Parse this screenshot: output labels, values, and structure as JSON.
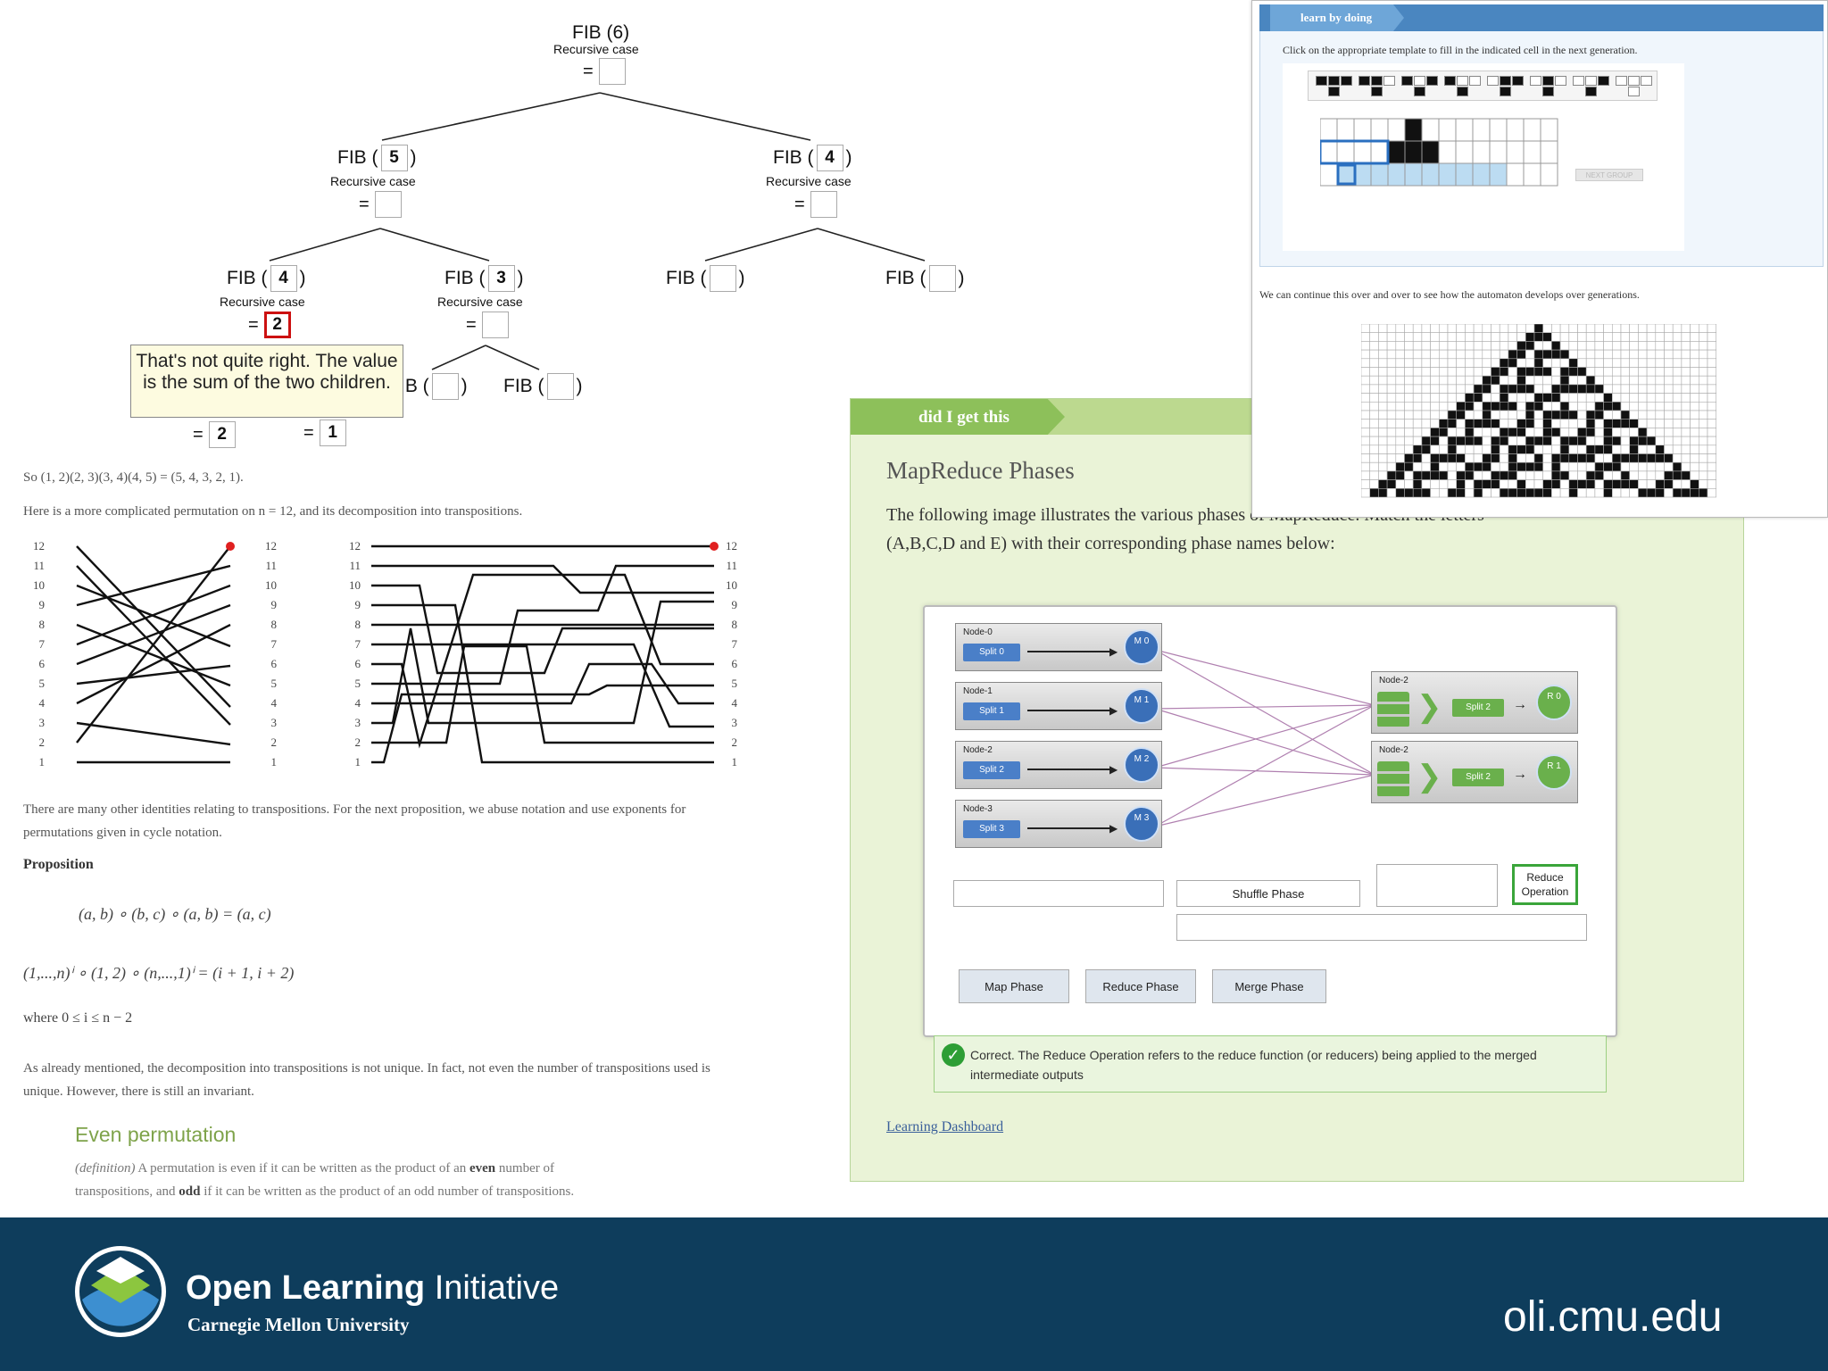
{
  "fib_tree": {
    "root": {
      "label": "FIB (6)",
      "sub": "Recursive case",
      "eq": "="
    },
    "n5": {
      "pre": "FIB (",
      "val": "5",
      "post": ")",
      "sub": "Recursive case",
      "eq": "="
    },
    "n4a": {
      "pre": "FIB (",
      "val": "4",
      "post": ")",
      "sub": "Recursive case",
      "eq": "="
    },
    "n4b": {
      "pre": "FIB (",
      "val": "4",
      "post": ")",
      "sub": "Recursive case",
      "eq": "=",
      "answer": "2"
    },
    "n3": {
      "pre": "FIB (",
      "val": "3",
      "post": ")",
      "sub": "Recursive case",
      "eq": "="
    },
    "e1": {
      "pre": "FIB (",
      "post": ")"
    },
    "e2": {
      "pre": "FIB (",
      "post": ")"
    },
    "e3": {
      "pre": "IB (",
      "post": ")"
    },
    "e4": {
      "pre": "FIB (",
      "post": ")"
    },
    "leaf_left": {
      "eq": "=",
      "val": "2"
    },
    "leaf_right": {
      "eq": "=",
      "val": "1"
    },
    "tooltip": "That's not quite right. The value is the sum of the two children."
  },
  "math_text": {
    "line1": "So (1, 2)(2, 3)(3, 4)(4, 5) = (5, 4, 3, 2, 1).",
    "line2": "Here is a more complicated permutation on n = 12, and its decomposition into transpositions.",
    "para1": "There are many other identities relating to transpositions. For the next proposition, we abuse notation and use exponents for permutations given in cycle notation.",
    "proposition": "Proposition",
    "eq1": "(a, b) ∘ (b, c) ∘ (a, b) = (a, c)",
    "eq2": "(1,...,n)ⁱ ∘ (1, 2) ∘ (n,...,1)ⁱ = (i + 1, i + 2)",
    "where": "where 0 ≤ i ≤ n − 2",
    "para2": "As already mentioned, the decomposition into transpositions is not unique. In fact, not even the number of transpositions used is unique. However, there is still an invariant.",
    "def_title": "Even permutation",
    "def_prefix": "(definition)",
    "def_a": " A permutation is even if it can be written as the product of an ",
    "def_even": "even",
    "def_b": " number of",
    "def_c": "transpositions, and ",
    "def_odd": "odd",
    "def_d": " if it can be written as the product of an odd number of transpositions."
  },
  "perm_ticks": [
    "12",
    "11",
    "10",
    "9",
    "8",
    "7",
    "6",
    "5",
    "4",
    "3",
    "2",
    "1"
  ],
  "learn": {
    "ribbon": "learn by doing",
    "instruction": "Click on the appropriate template to fill in the indicated cell in the next generation.",
    "next_btn": "NEXT GROUP",
    "caption": "We can continue this over and over to see how the automaton develops over generations."
  },
  "mapreduce": {
    "ribbon": "did I get this",
    "title": "MapReduce Phases",
    "text1": "The following image illustrates the various phases of MapReduce. Match the letters",
    "text2": "(A,B,C,D and E) with their corresponding phase names below:",
    "nodes": [
      {
        "name": "Node-0",
        "split": "Split 0",
        "map": "M 0"
      },
      {
        "name": "Node-1",
        "split": "Split 1",
        "map": "M 1"
      },
      {
        "name": "Node-2",
        "split": "Split 2",
        "map": "M 2"
      },
      {
        "name": "Node-3",
        "split": "Split 3",
        "map": "M 3"
      }
    ],
    "reducers": [
      {
        "name": "Node-2",
        "split": "Split 2",
        "out": "R 0"
      },
      {
        "name": "Node-2",
        "split": "Split 2",
        "out": "R 1"
      }
    ],
    "slot_shuffle": "Shuffle Phase",
    "slot_reduce_op": "Reduce Operation",
    "btn_map": "Map Phase",
    "btn_reduce": "Reduce Phase",
    "btn_merge": "Merge Phase",
    "feedback": "Correct. The Reduce Operation refers to the reduce function (or reducers) being applied to the merged intermediate outputs",
    "link": "Learning Dashboard"
  },
  "footer": {
    "brand_bold": "Open Learning",
    "brand_light": " Initiative",
    "university": "Carnegie Mellon University",
    "url": "oli.cmu.edu"
  },
  "colors": {
    "footer": "#0e3d5c",
    "accent_green": "#8dc05a",
    "error_red": "#cc1111",
    "map_blue": "#3a6fb8"
  }
}
